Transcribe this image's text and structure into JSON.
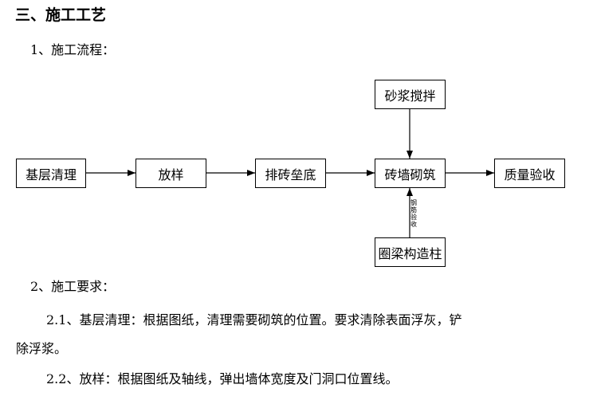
{
  "section_title": "三、施工工艺",
  "subsection_1": "1、施工流程：",
  "flow": {
    "foundation_clean": "基层清理",
    "layout": "放样",
    "brick_bedding": "排砖垒底",
    "mortar_mixing": "砂浆搅拌",
    "brick_laying": "砖墙砌筑",
    "quality_check": "质量验收",
    "ring_beam": "圈梁构造柱",
    "rebar_check": [
      "钢",
      "筋",
      "验",
      "收"
    ]
  },
  "subsection_2": "2、施工要求：",
  "req_2_1_line1": "2.1、基层清理：根据图纸，清理需要砌筑的位置。要求清除表面浮灰，铲",
  "req_2_1_line2": "除浮浆。",
  "req_2_2": "2.2、放样：根据图纸及轴线，弹出墙体宽度及门洞口位置线。"
}
